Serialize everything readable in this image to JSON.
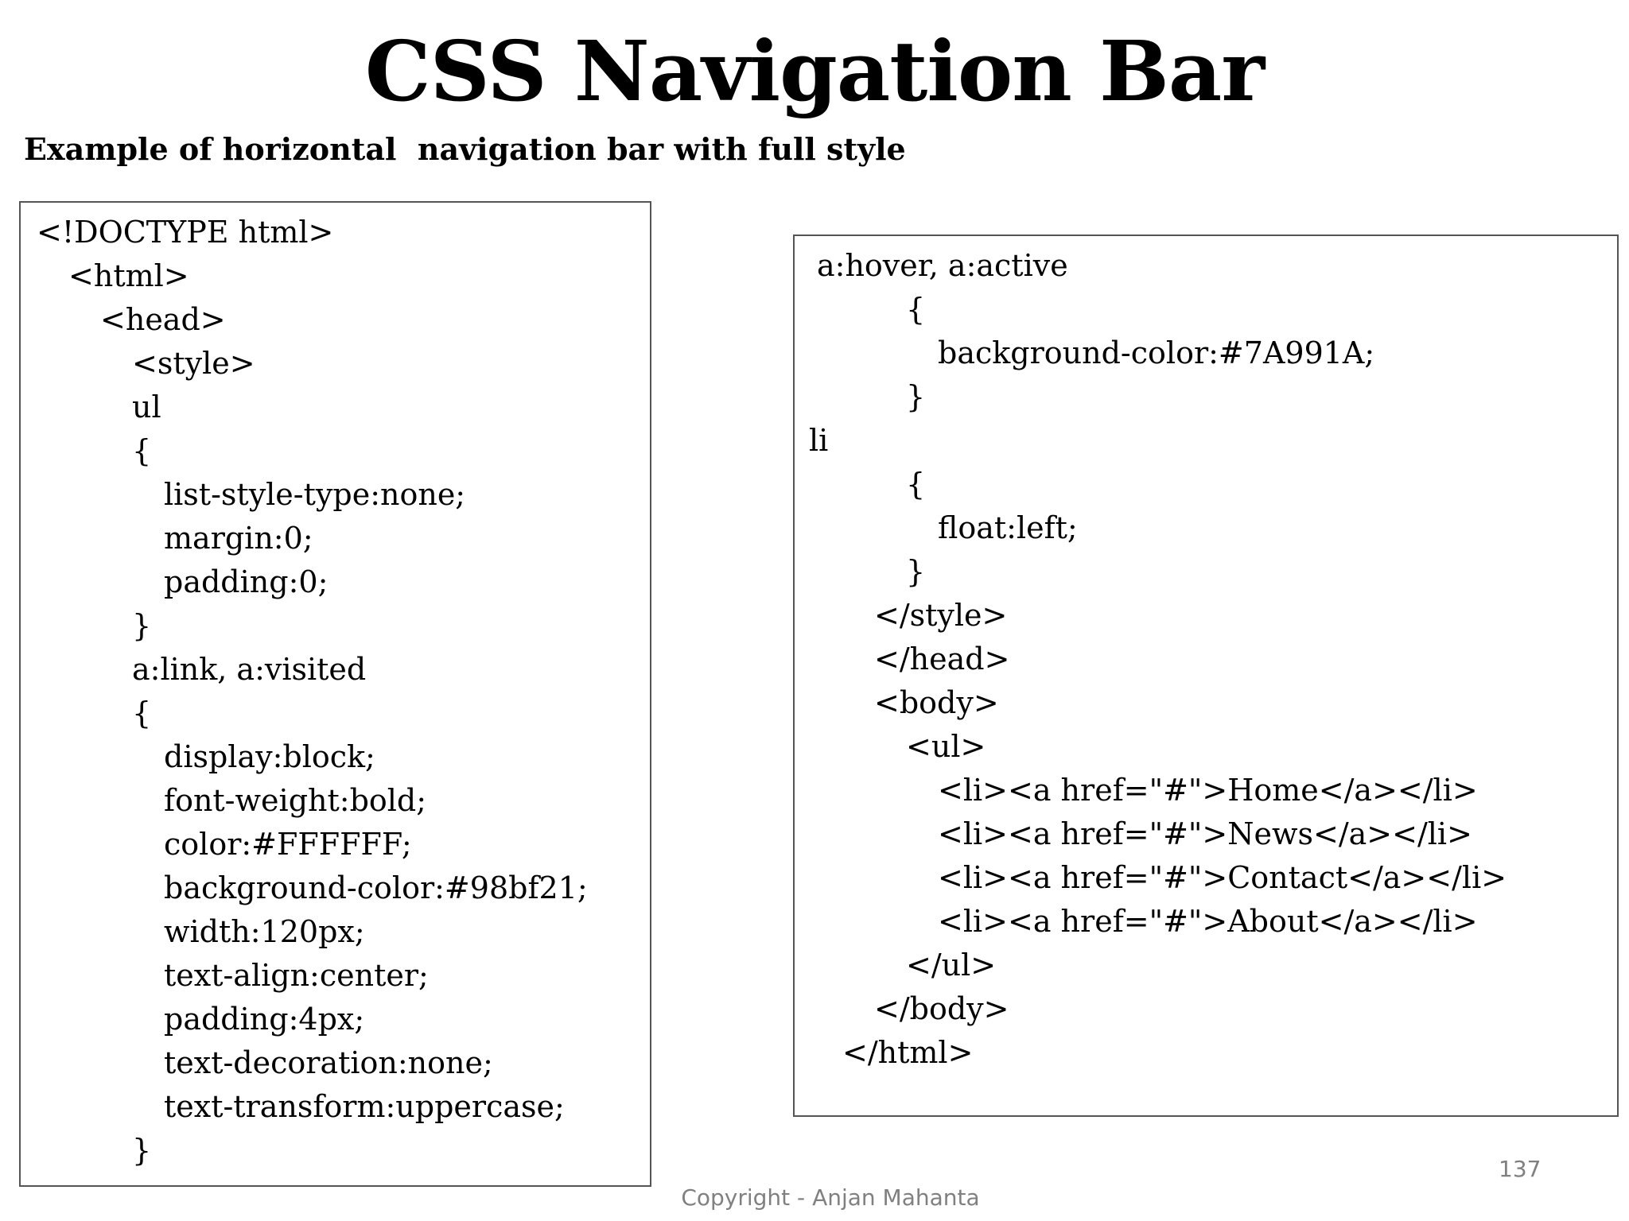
{
  "title": "CSS Navigation Bar",
  "subtitle": "Example of horizontal  navigation bar with full style",
  "code_left": [
    "<!DOCTYPE html>",
    "<html>",
    "<head>",
    "<style>",
    "ul",
    "{",
    "list-style-type:none;",
    "margin:0;",
    "padding:0;",
    "}",
    "a:link, a:visited",
    "{",
    "display:block;",
    "font-weight:bold;",
    "color:#FFFFFF;",
    "background-color:#98bf21;",
    "width:120px;",
    "text-align:center;",
    "padding:4px;",
    "text-decoration:none;",
    "text-transform:uppercase;",
    "}"
  ],
  "code_right": [
    "a:hover, a:active",
    "{",
    "background-color:#7A991A;",
    "}",
    "li",
    "{",
    "float:left;",
    "}",
    "</style>",
    "</head>",
    "<body>",
    "<ul>",
    "<li><a href=\"#\">Home</a></li>",
    "<li><a href=\"#\">News</a></li>",
    "<li><a href=\"#\">Contact</a></li>",
    "<li><a href=\"#\">About</a></li>",
    "</ul>",
    "</body>",
    "</html>"
  ],
  "page_number": "137",
  "copyright": "Copyright - Anjan Mahanta",
  "colors": {
    "text": "#000000",
    "box_border": "#555555",
    "footer_text": "#808080",
    "background": "#ffffff"
  }
}
